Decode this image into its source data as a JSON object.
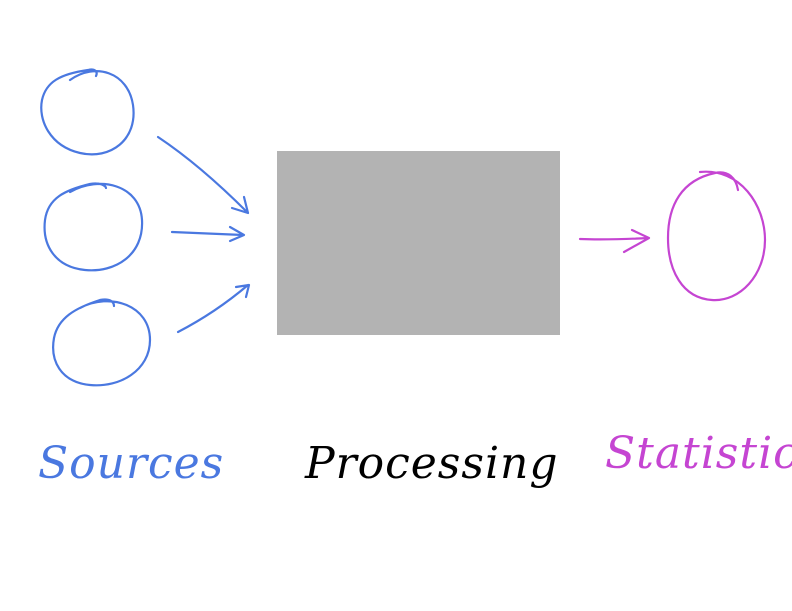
{
  "labels": {
    "sources": "Sources",
    "processing": "Processing",
    "statistics": "Statistics"
  },
  "colors": {
    "sources": "#4a78e0",
    "processing_box": "#b3b3b3",
    "processing_text": "#000000",
    "statistics": "#c545d2"
  }
}
